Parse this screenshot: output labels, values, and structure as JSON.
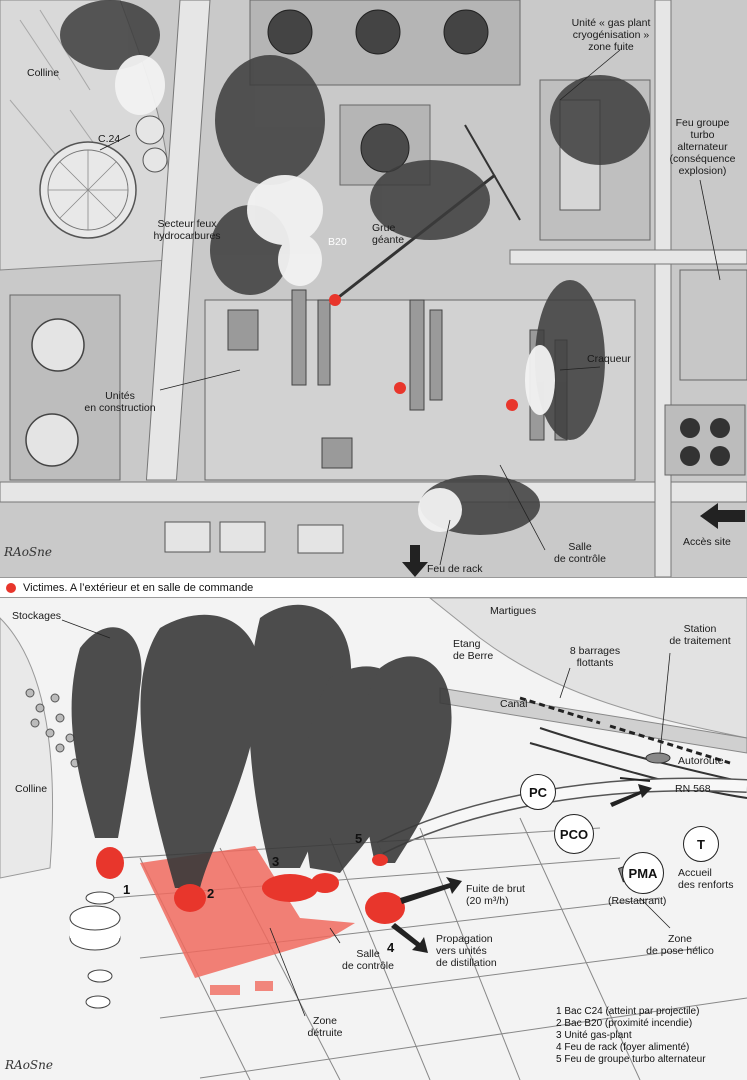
{
  "top": {
    "labels": {
      "colline": "Colline",
      "c24": "C.24",
      "gas_plant": "Unité « gas plant\ncryogénisation »\nzone fuite",
      "feu_turbo": "Feu groupe\nturbo\nalternateur\n(conséquence\nexplosion)",
      "secteur": "Secteur feux\nhydrocarbures",
      "b20": "B20",
      "grue": "Grue\ngéante",
      "unites": "Unités\nen construction",
      "craqueur": "Craqueur",
      "salle": "Salle\nde contrôle",
      "feu_rack": "Feu de rack",
      "acces": "Accès site"
    },
    "signature": "RAoSne"
  },
  "caption": "Victimes. A l’extérieur et en salle de commande",
  "bottom": {
    "labels": {
      "martigues": "Martigues",
      "stockages": "Stockages",
      "etang": "Etang\nde Berre",
      "barrages": "8 barrages\nflottants",
      "station": "Station\nde traitement",
      "canal": "Canal",
      "autoroute": "Autoroute",
      "rn568": "RN 568",
      "colline": "Colline",
      "fuite": "Fuite de brut\n(20 m³/h)",
      "propagation": "Propagation\nvers unités\nde distillation",
      "restaurant": "(Restaurant)",
      "accueil": "Accueil\ndes renforts",
      "zone_helico": "Zone\nde pose hélico",
      "salle": "Salle\nde contrôle",
      "zone_detruite": "Zone\ndétruite"
    },
    "circles": {
      "pc": "PC",
      "pco": "PCO",
      "pma": "PMA",
      "t": "T"
    },
    "numbers": [
      "1",
      "2",
      "3",
      "4",
      "5"
    ],
    "legend": [
      "1  Bac C24 (atteint par projectile)",
      "2  Bac B20 (proximité incendie)",
      "3  Unité gas-plant",
      "4  Feu de rack (foyer alimenté)",
      "5  Feu de groupe turbo alternateur"
    ],
    "signature": "RAoSne"
  },
  "colors": {
    "victim_red": "#e8362c",
    "zone_red": "#f06a5e",
    "smoke": "#3c3c3c",
    "ground_grey": "#c9c9c9"
  }
}
